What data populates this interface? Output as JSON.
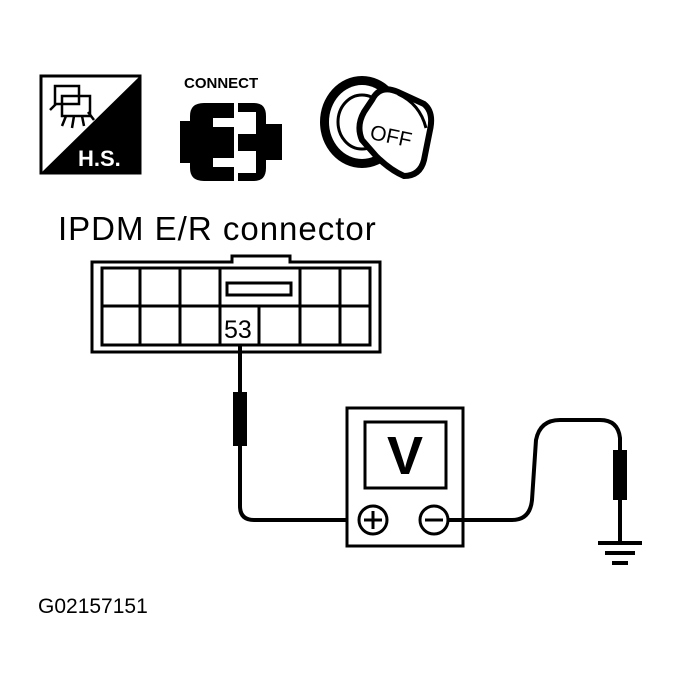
{
  "diagram": {
    "connector_label": "IPDM E/R connector",
    "pin_number": "53",
    "meter_symbol": "V",
    "icons": {
      "harness_side_badge": "H.S.",
      "connect_label": "CONNECT",
      "connect_letter": "E",
      "ignition_position": "OFF"
    },
    "figure_code": "G02157151"
  },
  "colors": {
    "ink": "#000000",
    "paper": "#ffffff"
  },
  "icon_names": [
    "harness-side-icon",
    "connect-icon",
    "ignition-key-off-icon",
    "ground-icon"
  ]
}
